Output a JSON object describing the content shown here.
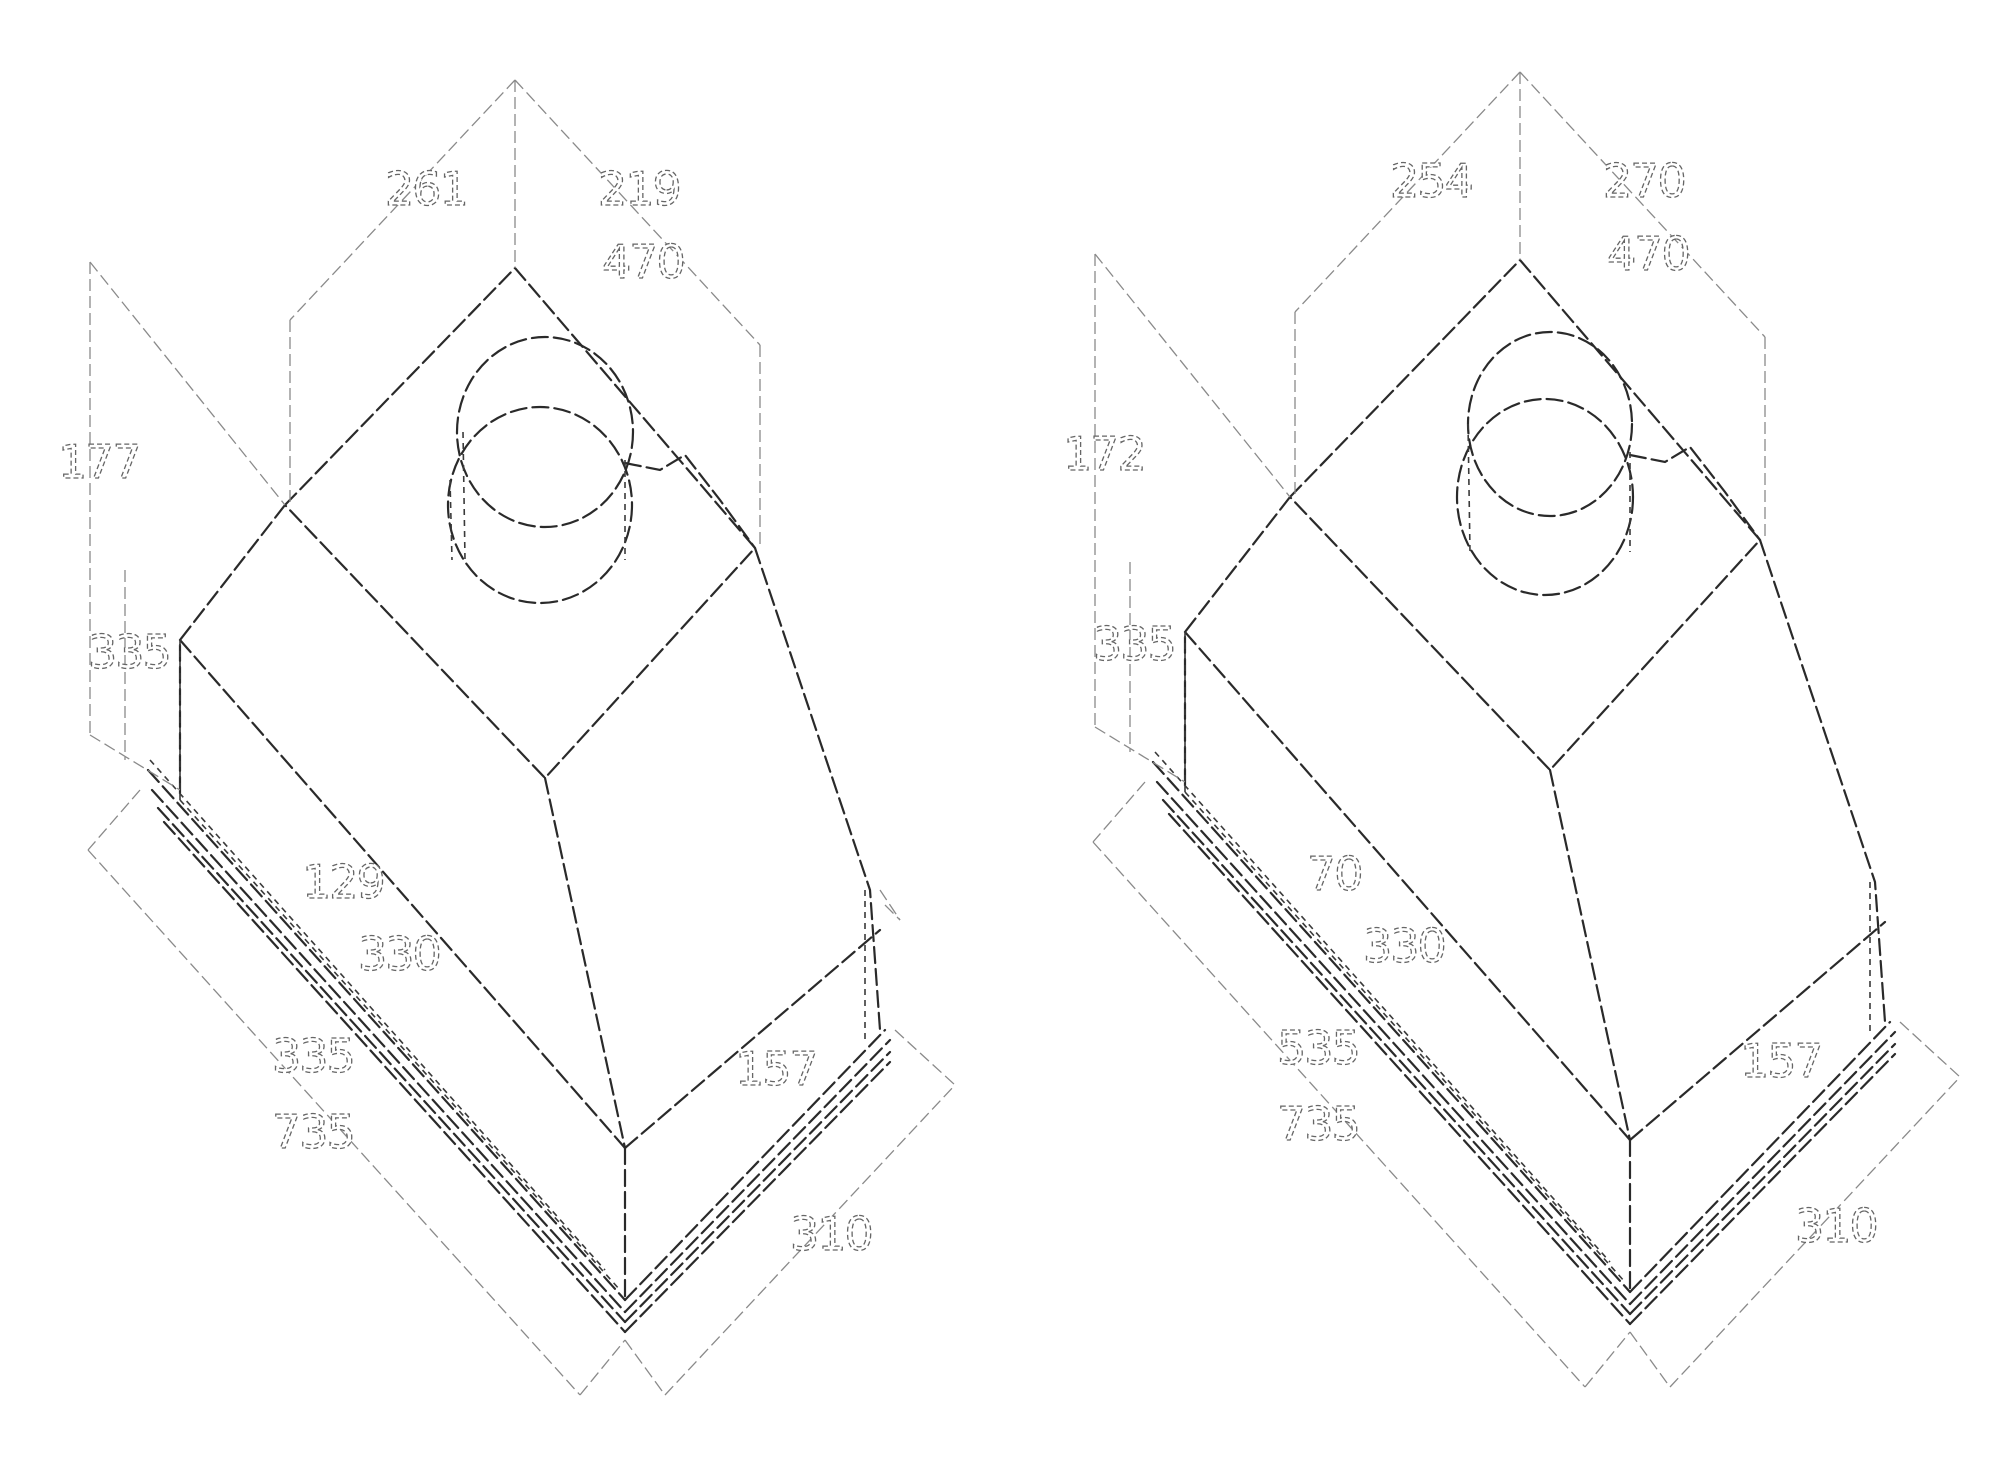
{
  "views": [
    {
      "id": "left-view",
      "dimensions": {
        "top_left": "261",
        "top_right": "219",
        "top_right_inner": "470",
        "left_height": "177",
        "left_step": "335",
        "inner_a": "129",
        "inner_b": "330",
        "bottom_left_a": "335",
        "bottom_left_b": "735",
        "bottom_right_inner": "157",
        "bottom_right": "310"
      }
    },
    {
      "id": "right-view",
      "dimensions": {
        "top_left": "254",
        "top_right": "270",
        "top_right_inner": "470",
        "left_height": "172",
        "left_step": "335",
        "inner_a": "70",
        "inner_b": "330",
        "bottom_left_a": "535",
        "bottom_left_b": "735",
        "bottom_right_inner": "157",
        "bottom_right": "310"
      }
    }
  ]
}
